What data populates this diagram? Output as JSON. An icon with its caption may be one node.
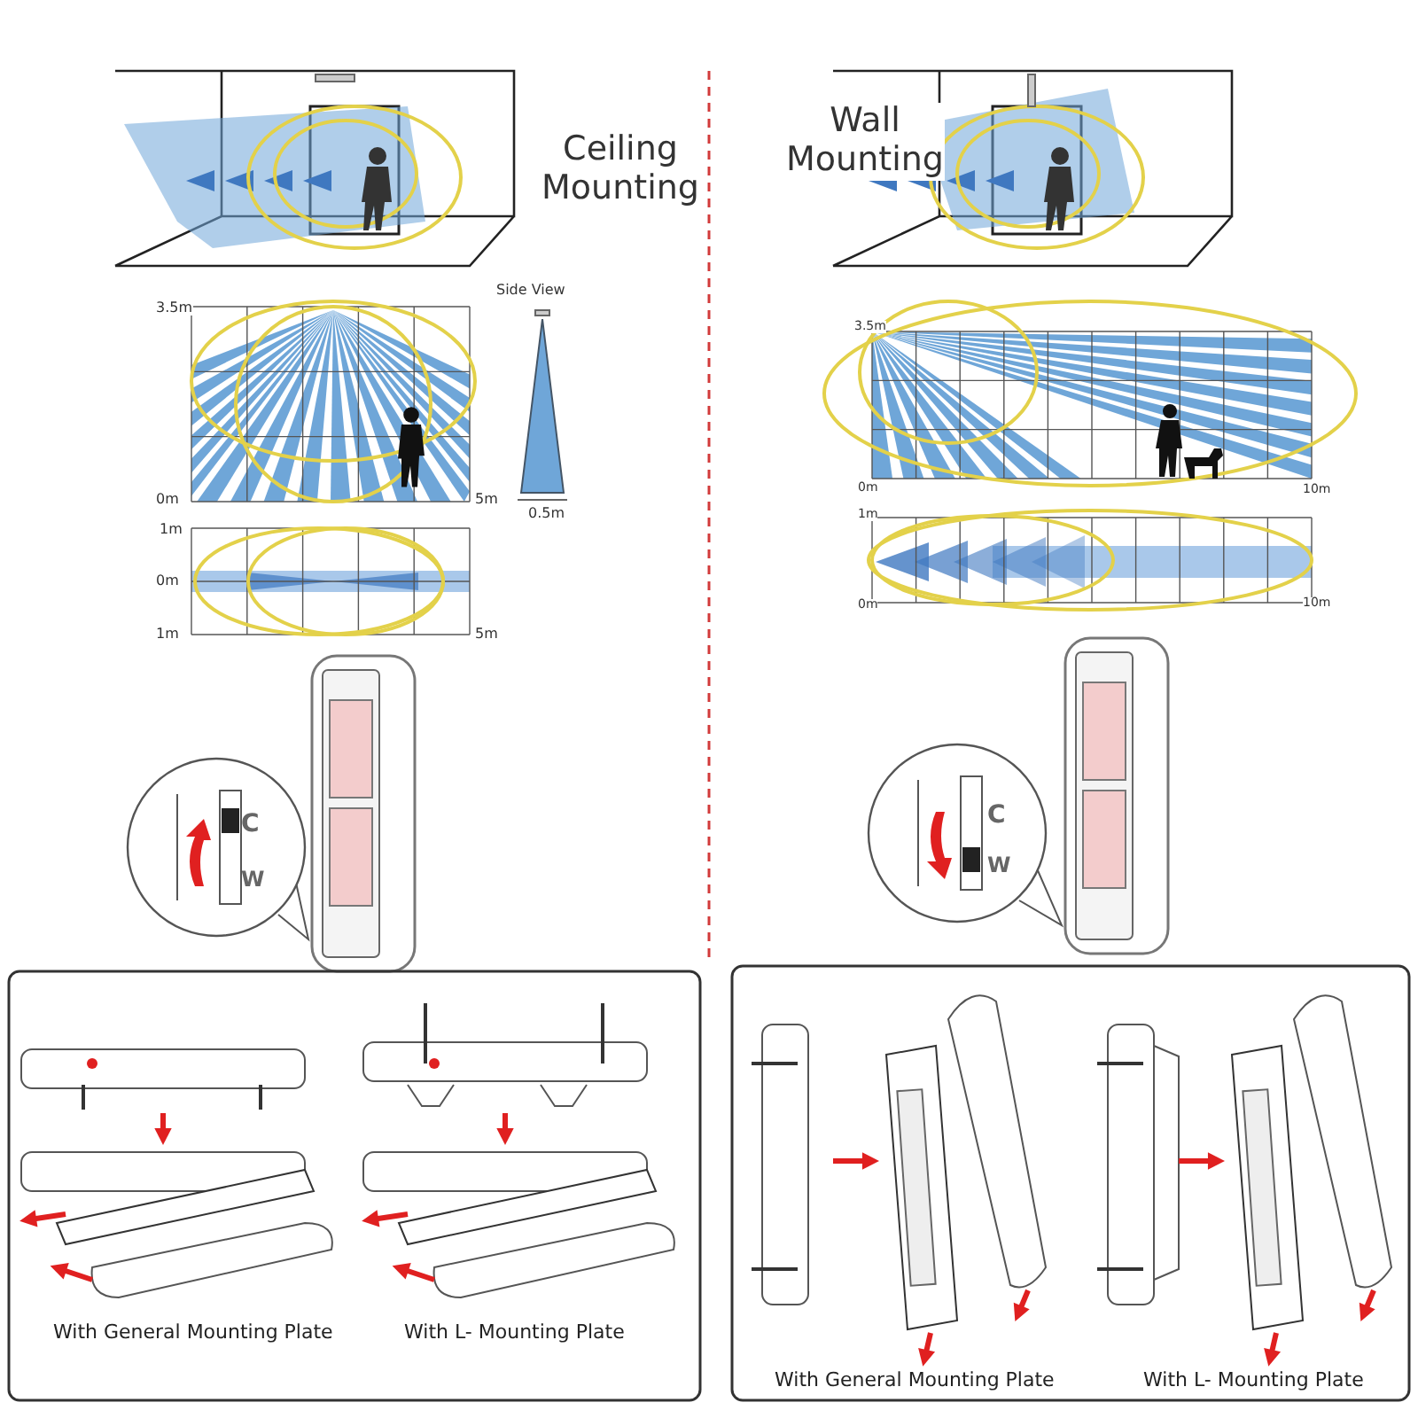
{
  "diagram": {
    "labels": [
      "Ceiling Mounting",
      "3.5m",
      "Side View",
      "0m",
      "5m",
      "0.5m",
      "1m",
      "0m",
      "1m",
      "5m",
      "C",
      "W",
      "With General Mounting Plate",
      "With L- Mounting Plate",
      "Wall Mounting",
      "3.5m",
      "0m",
      "10m",
      "1m",
      "0m",
      "10m",
      "C",
      "W",
      "With General Mounting Plate",
      "With L- Mounting Plate"
    ]
  }
}
